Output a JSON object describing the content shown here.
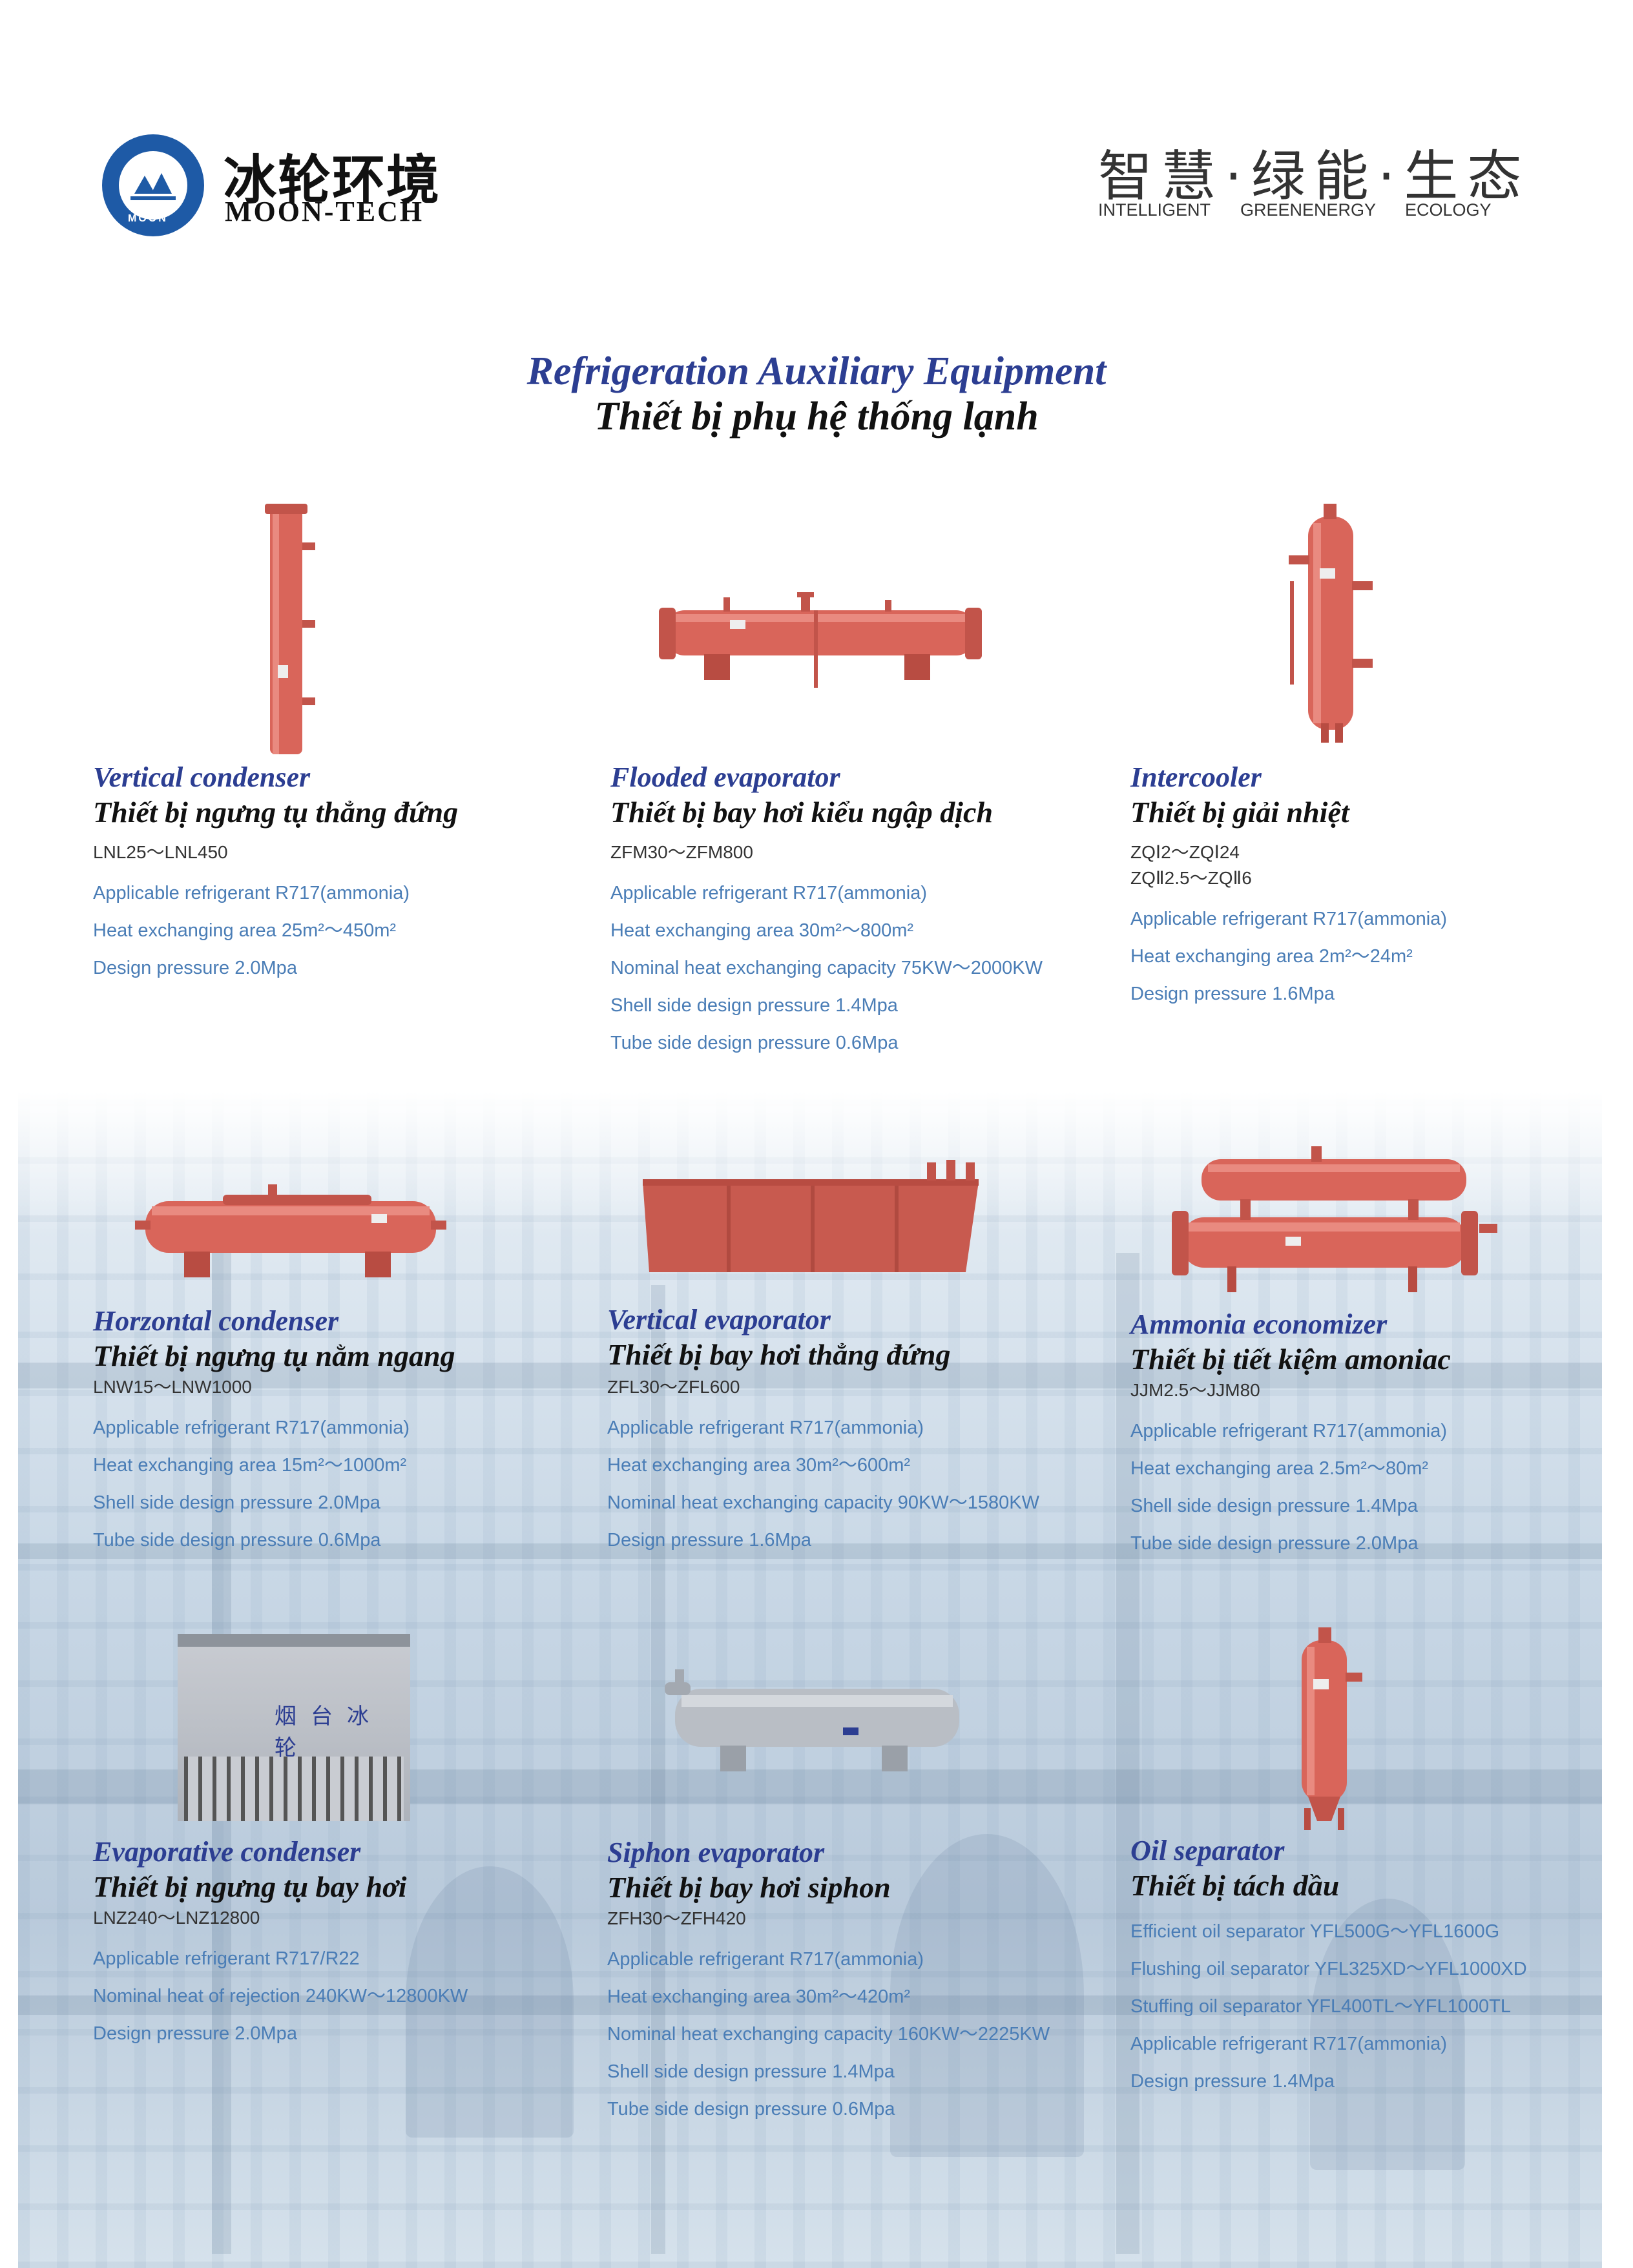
{
  "header": {
    "logo_text": "MOON",
    "brand_cn": "冰轮环境",
    "brand_en": "MOON-TECH",
    "slogan_cn": "智慧·绿能·生态",
    "slogan_en": [
      "INTELLIGENT",
      "GREENENERGY",
      "ECOLOGY"
    ]
  },
  "title": {
    "en": "Refrigeration Auxiliary Equipment",
    "vi": "Thiết bị phụ hệ thống lạnh"
  },
  "colors": {
    "accent_blue": "#2c3e92",
    "spec_blue": "#4a7db6",
    "equipment_red": "#d9655a",
    "logo_blue": "#1e5aa6"
  },
  "products": [
    {
      "en": "Vertical condenser",
      "vi": "Thiết bị ngưng tụ thẳng đứng",
      "models": [
        "LNL25～LNL450"
      ],
      "specs": [
        "Applicable refrigerant  R717(ammonia)",
        "Heat exchanging area  25m²～450m²",
        "Design pressure  2.0Mpa"
      ]
    },
    {
      "en": "Flooded evaporator",
      "vi": "Thiết bị bay hơi kiểu ngập dịch",
      "models": [
        "ZFM30～ZFM800"
      ],
      "specs": [
        "Applicable refrigerant  R717(ammonia)",
        "Heat exchanging area  30m²～800m²",
        "Nominal heat exchanging capacity  75KW～2000KW",
        "Shell side design pressure  1.4Mpa",
        "Tube side design pressure  0.6Mpa"
      ]
    },
    {
      "en": "Intercooler",
      "vi": "Thiết bị giải nhiệt",
      "models": [
        "ZQⅠ2～ZQⅠ24",
        "ZQⅡ2.5～ZQⅡ6"
      ],
      "specs": [
        "Applicable refrigerant  R717(ammonia)",
        "Heat exchanging area  2m²～24m²",
        "Design pressure  1.6Mpa"
      ]
    },
    {
      "en": "Horzontal condenser",
      "vi": "Thiết bị ngưng tụ nằm ngang",
      "models": [
        "LNW15～LNW1000"
      ],
      "specs": [
        "Applicable refrigerant  R717(ammonia)",
        "Heat exchanging area  15m²～1000m²",
        "Shell side design pressure  2.0Mpa",
        "Tube side design pressure  0.6Mpa"
      ]
    },
    {
      "en": "Vertical evaporator",
      "vi": "Thiết bị bay hơi thẳng đứng",
      "models": [
        "ZFL30～ZFL600"
      ],
      "specs": [
        "Applicable refrigerant  R717(ammonia)",
        "Heat exchanging area  30m²～600m²",
        "Nominal heat exchanging capacity  90KW～1580KW",
        "Design pressure  1.6Mpa"
      ]
    },
    {
      "en": "Ammonia economizer",
      "vi": "Thiết bị tiết kiệm amoniac",
      "models": [
        "JJM2.5～JJM80"
      ],
      "specs": [
        "Applicable refrigerant  R717(ammonia)",
        "Heat exchanging area  2.5m²～80m²",
        "Shell side design pressure  1.4Mpa",
        "Tube side design pressure  2.0Mpa"
      ]
    },
    {
      "en": "Evaporative condenser",
      "vi": "Thiết bị ngưng tụ bay hơi",
      "models": [
        "LNZ240～LNZ12800"
      ],
      "specs": [
        "Applicable refrigerant  R717/R22",
        "Nominal heat of rejection 240KW～12800KW",
        "Design pressure  2.0Mpa"
      ]
    },
    {
      "en": "Siphon evaporator",
      "vi": "Thiết bị bay hơi siphon",
      "models": [
        "ZFH30～ZFH420"
      ],
      "specs": [
        "Applicable refrigerant  R717(ammonia)",
        "Heat exchanging area  30m²～420m²",
        "Nominal heat exchanging capacity  160KW～2225KW",
        "Shell side design pressure  1.4Mpa",
        "Tube side design pressure  0.6Mpa"
      ]
    },
    {
      "en": "Oil separator",
      "vi": "Thiết bị tách dầu",
      "models": [],
      "specs": [
        "Efficient oil separator  YFL500G～YFL1600G",
        "Flushing oil separator  YFL325XD～YFL1000XD",
        "Stuffing oil separator YFL400TL～YFL1000TL",
        "Applicable refrigerant  R717(ammonia)",
        "Design pressure  1.4Mpa"
      ]
    }
  ],
  "tower_label": "烟台冰轮"
}
